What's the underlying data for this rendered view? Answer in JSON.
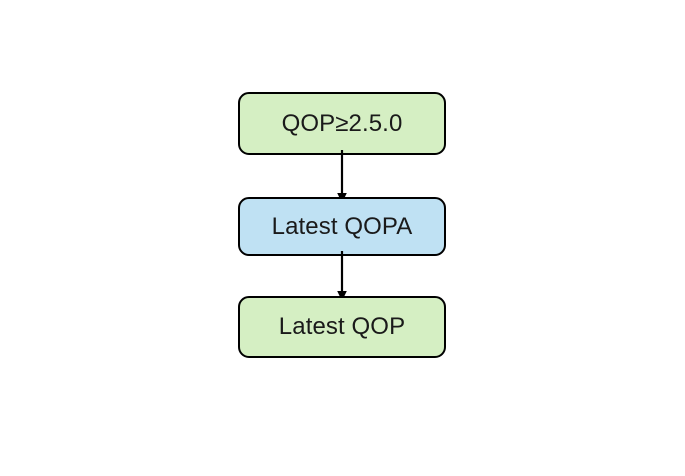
{
  "diagram": {
    "title": "",
    "background_color": "#ffffff",
    "orientation": "vertical-top-to-bottom",
    "nodes": [
      {
        "id": "node-0",
        "label": "QOP≥2.5.0",
        "shape": "rounded-rectangle",
        "fill_color": "#d5efc3",
        "border_color": "#000000",
        "text_color": "#1a1a1a"
      },
      {
        "id": "node-1",
        "label": "Latest QOPA",
        "shape": "rounded-rectangle",
        "fill_color": "#bfe1f3",
        "border_color": "#000000",
        "text_color": "#1a1a1a"
      },
      {
        "id": "node-2",
        "label": "Latest QOP",
        "shape": "rounded-rectangle",
        "fill_color": "#d5efc3",
        "border_color": "#000000",
        "text_color": "#1a1a1a"
      }
    ],
    "edges": [
      {
        "id": "edge-0",
        "from": "node-0",
        "to": "node-1",
        "label": "",
        "style": "solid",
        "arrowhead": "filled-triangle",
        "color": "#000000"
      },
      {
        "id": "edge-1",
        "from": "node-1",
        "to": "node-2",
        "label": "",
        "style": "solid",
        "arrowhead": "filled-triangle",
        "color": "#000000"
      }
    ]
  }
}
